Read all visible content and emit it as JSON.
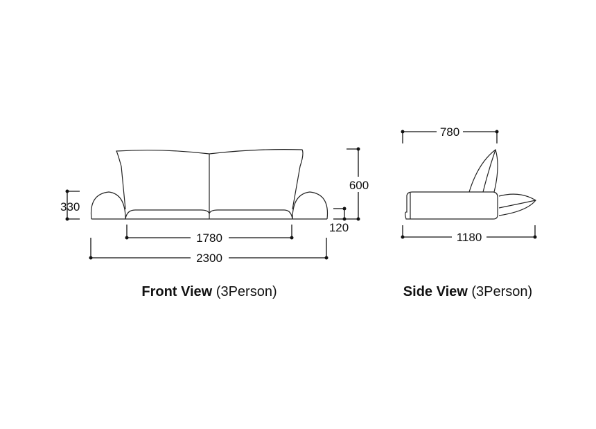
{
  "front_view": {
    "title_bold": "Front View",
    "title_suffix": " (3Person)",
    "dims": {
      "arm_height": "330",
      "total_height": "600",
      "seat_height": "120",
      "seat_width": "1780",
      "total_width": "2300"
    }
  },
  "side_view": {
    "title_bold": "Side View",
    "title_suffix": " (3Person)",
    "dims": {
      "seat_depth": "780",
      "total_depth": "1180"
    }
  }
}
